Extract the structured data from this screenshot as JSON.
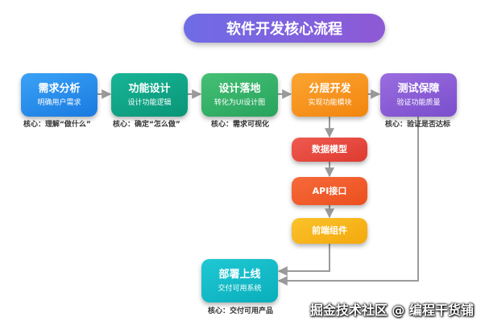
{
  "title": "软件开发核心流程",
  "stages": [
    {
      "title": "需求分析",
      "subtitle": "明确用户需求",
      "core": "核心：理解“做什么”"
    },
    {
      "title": "功能设计",
      "subtitle": "设计功能逻辑",
      "core": "核心：确定“怎么做”"
    },
    {
      "title": "设计落地",
      "subtitle": "转化为UI设计图",
      "core": "核心：需求可视化"
    },
    {
      "title": "分层开发",
      "subtitle": "实现功能模块"
    },
    {
      "title": "测试保障",
      "subtitle": "验证功能质量",
      "core": "核心：验证是否达标"
    }
  ],
  "sublayers": [
    "数据模型",
    "API接口",
    "前端组件"
  ],
  "delivery": {
    "title": "部署上线",
    "subtitle": "交付可用系统",
    "core": "核心：交付可用产品"
  },
  "watermark": "掘金技术社区 @ 编程干货铺",
  "colors": {
    "blue": "#2f8ff0",
    "green_teal": "#11a886",
    "green": "#35b46a",
    "orange": "#f7931e",
    "purple": "#8a5cd6",
    "red": "#e9483f",
    "red_orange": "#f25a2b",
    "yellow": "#f7b719",
    "cyan": "#12bcc9"
  }
}
